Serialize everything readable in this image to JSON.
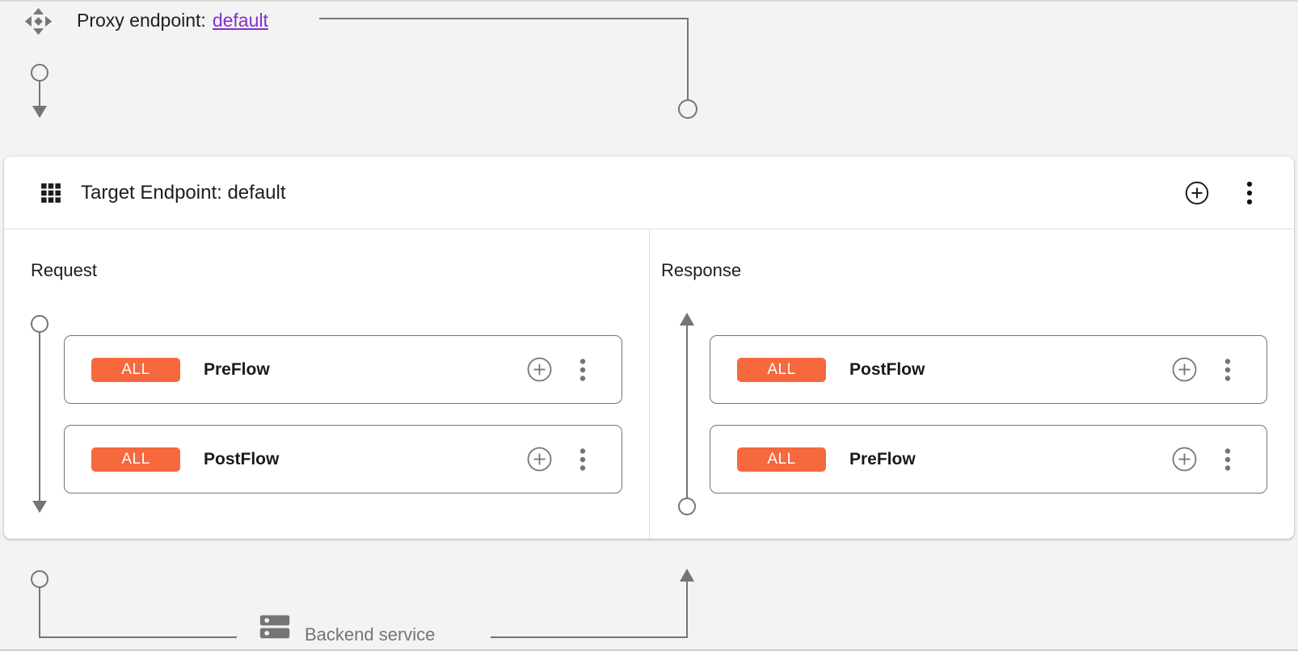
{
  "colors": {
    "background": "#f3f3f3",
    "flow_badge_orange": "#f6683e",
    "link_purple": "#8430ce",
    "connector_gray": "#757575",
    "divider_gray": "#e0e0e0"
  },
  "proxy_endpoint": {
    "label": "Proxy endpoint:",
    "link_text": "default"
  },
  "target_endpoint": {
    "title": "Target Endpoint: default"
  },
  "request_panel": {
    "title": "Request",
    "flows": [
      {
        "badge": "ALL",
        "name": "PreFlow"
      },
      {
        "badge": "ALL",
        "name": "PostFlow"
      }
    ]
  },
  "response_panel": {
    "title": "Response",
    "flows": [
      {
        "badge": "ALL",
        "name": "PostFlow"
      },
      {
        "badge": "ALL",
        "name": "PreFlow"
      }
    ]
  },
  "backend_service": {
    "label": "Backend service"
  }
}
